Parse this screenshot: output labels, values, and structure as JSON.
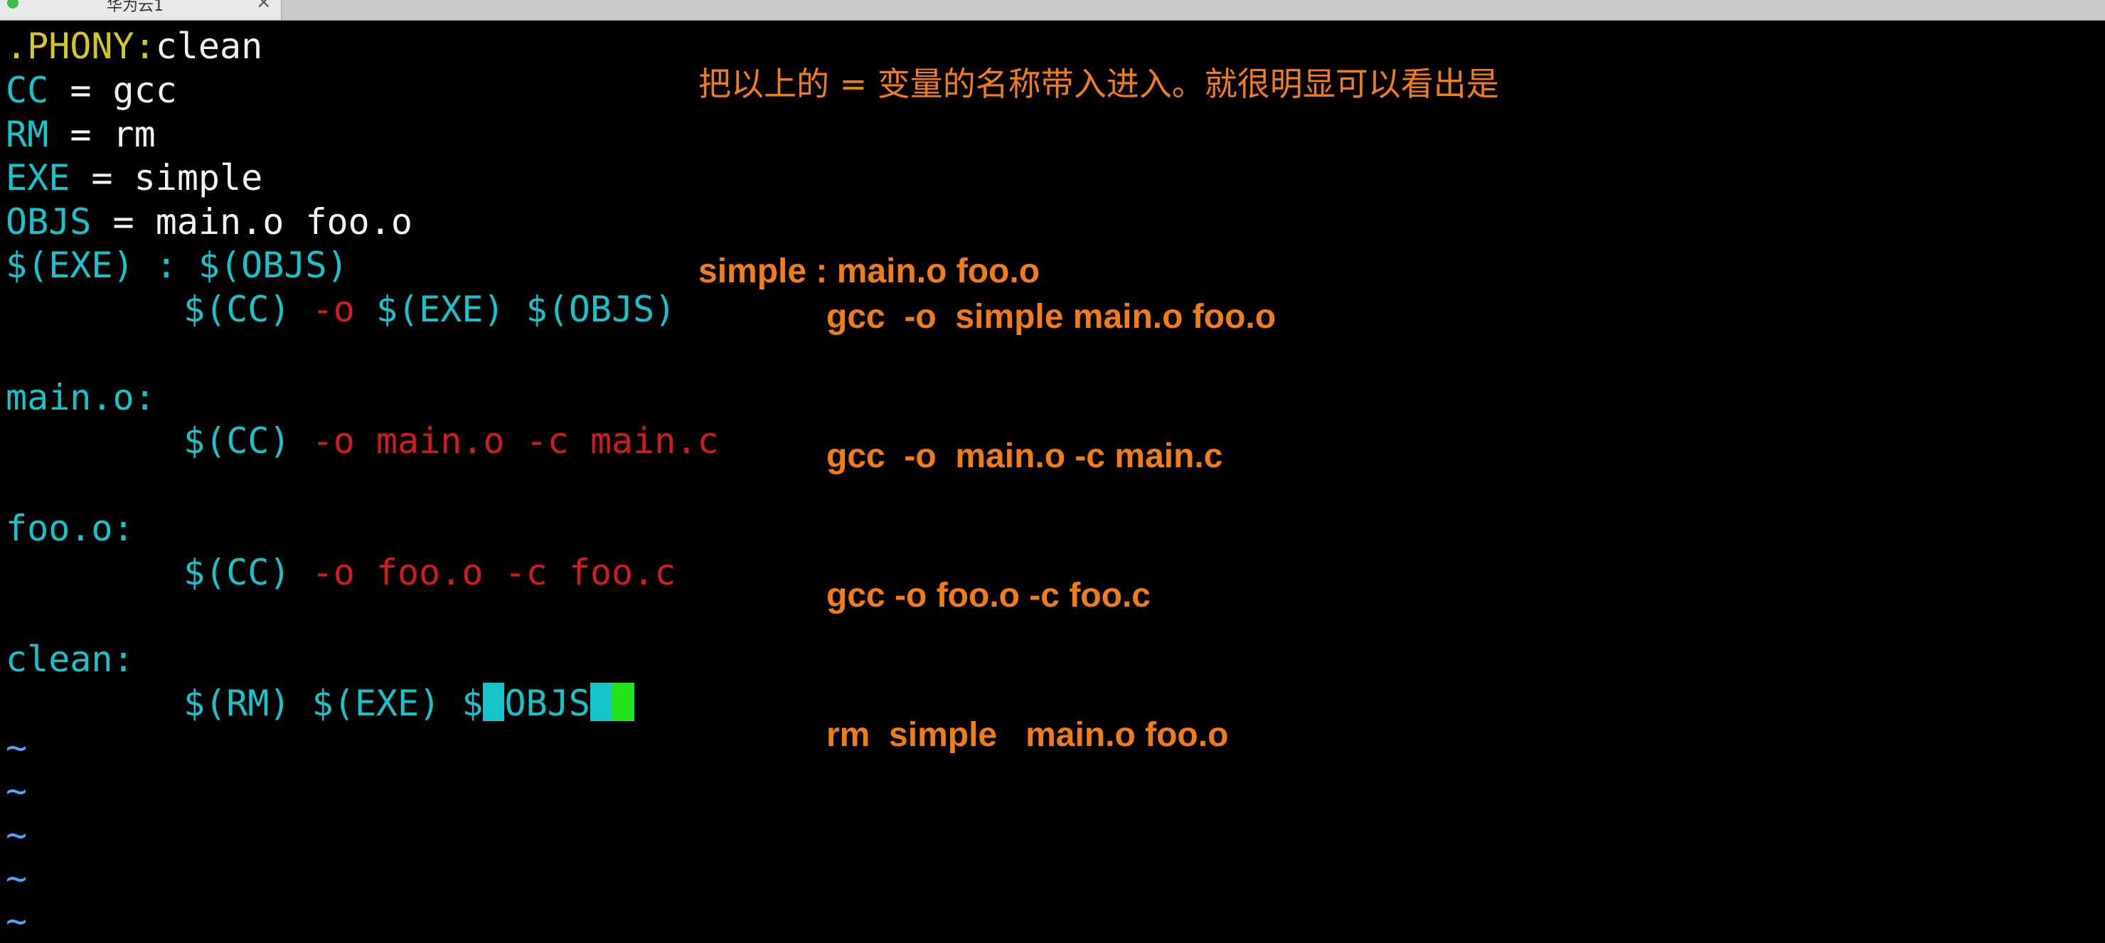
{
  "tab": {
    "title": "华为云1",
    "close": "×"
  },
  "code": {
    "phony": {
      "target": ".PHONY:",
      "value": "clean"
    },
    "cc": {
      "name": "CC",
      "op": " = ",
      "value": "gcc"
    },
    "rm": {
      "name": "RM",
      "op": " = ",
      "value": "rm"
    },
    "exe": {
      "name": "EXE",
      "op": " = ",
      "value": "simple"
    },
    "objs": {
      "name": "OBJS",
      "op": " = ",
      "value": "main.o foo.o"
    },
    "rule1": {
      "target": "$(EXE) : $(OBJS)",
      "cmd_var": "$(CC)",
      "flag": " -o ",
      "a": "$(EXE)",
      "b": " $(OBJS)"
    },
    "rule2": {
      "target": "main.o:",
      "cmd_var": "$(CC)",
      "rest": " -o main.o -c main.c"
    },
    "rule3": {
      "target": "foo.o:",
      "cmd_var": "$(CC)",
      "rest": " -o foo.o -c foo.c"
    },
    "rule4": {
      "target": "clean:",
      "cmd_a": "$(RM) $(EXE) $",
      "cmd_b": "OBJS"
    },
    "tilde": "~"
  },
  "notes": {
    "header": "把以上的 = 变量的名称带入进入。就很明显可以看出是",
    "n1": "simple : main.o foo.o",
    "n2": "gcc  -o  simple main.o foo.o",
    "n3": "gcc  -o  main.o -c main.c",
    "n4": "gcc -o foo.o -c foo.c",
    "n5": "rm  simple   main.o foo.o"
  },
  "colors": {
    "cyan": "#17c4c9",
    "red": "#d21c1c",
    "yellow": "#d3c52a",
    "orange": "#f07c1a",
    "cursor": "#21e51a"
  }
}
